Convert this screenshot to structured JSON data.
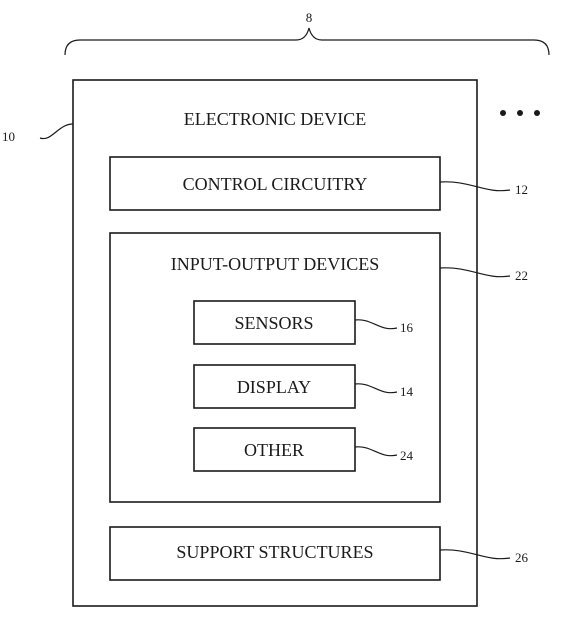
{
  "diagram": {
    "system_ref": "8",
    "device": {
      "ref": "10",
      "label": "ELECTRONIC DEVICE"
    },
    "control_circuitry": {
      "ref": "12",
      "label": "CONTROL CIRCUITRY"
    },
    "io_devices": {
      "ref": "22",
      "label": "INPUT-OUTPUT DEVICES"
    },
    "sensors": {
      "ref": "16",
      "label": "SENSORS"
    },
    "display": {
      "ref": "14",
      "label": "DISPLAY"
    },
    "other": {
      "ref": "24",
      "label": "OTHER"
    },
    "support_structures": {
      "ref": "26",
      "label": "SUPPORT STRUCTURES"
    }
  }
}
